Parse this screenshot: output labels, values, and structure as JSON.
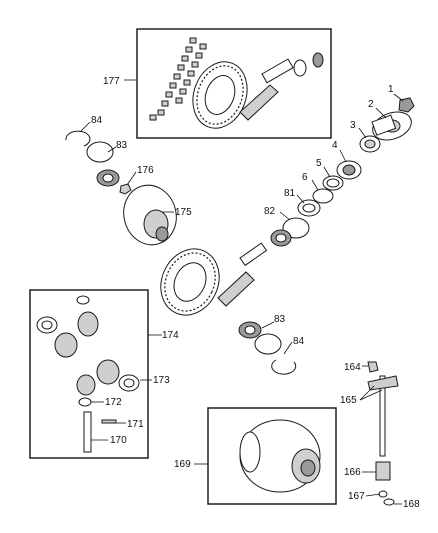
{
  "callouts": {
    "c1": "1",
    "c2": "2",
    "c3": "3",
    "c4": "4",
    "c5": "5",
    "c6": "6",
    "c81": "81",
    "c82": "82",
    "c83a": "83",
    "c84a": "84",
    "c83b": "83",
    "c84b": "84",
    "c176": "176",
    "c175": "175",
    "c177": "177",
    "c174": "174",
    "c173": "173",
    "c172": "172",
    "c171": "171",
    "c170": "170",
    "c169": "169",
    "c164": "164",
    "c165": "165",
    "c166": "166",
    "c167": "167",
    "c168": "168"
  }
}
